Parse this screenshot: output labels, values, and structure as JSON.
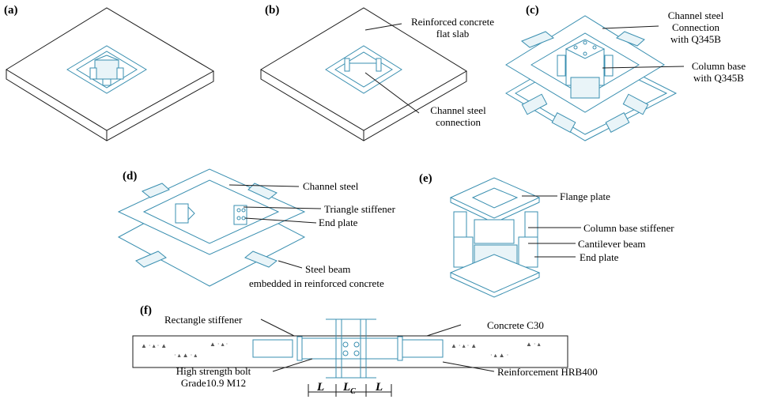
{
  "panels": {
    "a": "(a)",
    "b": "(b)",
    "c": "(c)",
    "d": "(d)",
    "e": "(e)",
    "f": "(f)"
  },
  "labels_b": {
    "slab_line1": "Reinforced concrete",
    "slab_line2": "flat slab",
    "conn_line1": "Channel steel",
    "conn_line2": "connection"
  },
  "labels_c": {
    "channel_line1": "Channel steel",
    "channel_line2": "Connection",
    "channel_line3": "with Q345B",
    "column_line1": "Column base",
    "column_line2": "with Q345B"
  },
  "labels_d": {
    "channel": "Channel steel",
    "triangle": "Triangle stiffener",
    "endplate": "End plate",
    "beam_line1": "Steel beam",
    "beam_line2": "embedded in reinforced concrete"
  },
  "labels_e": {
    "flange": "Flange plate",
    "column_stiffener": "Column base stiffener",
    "cantilever": "Cantilever beam",
    "endplate": "End plate"
  },
  "labels_f": {
    "rect_stiffener": "Rectangle stiffener",
    "concrete": "Concrete C30",
    "bolt_line1": "High strength bolt",
    "bolt_line2": "Grade10.9 M12",
    "reinforcement": "Reinforcement HRB400",
    "dim_l1": "L",
    "dim_lc_main": "L",
    "dim_lc_sub": "C",
    "dim_l2": "L"
  }
}
